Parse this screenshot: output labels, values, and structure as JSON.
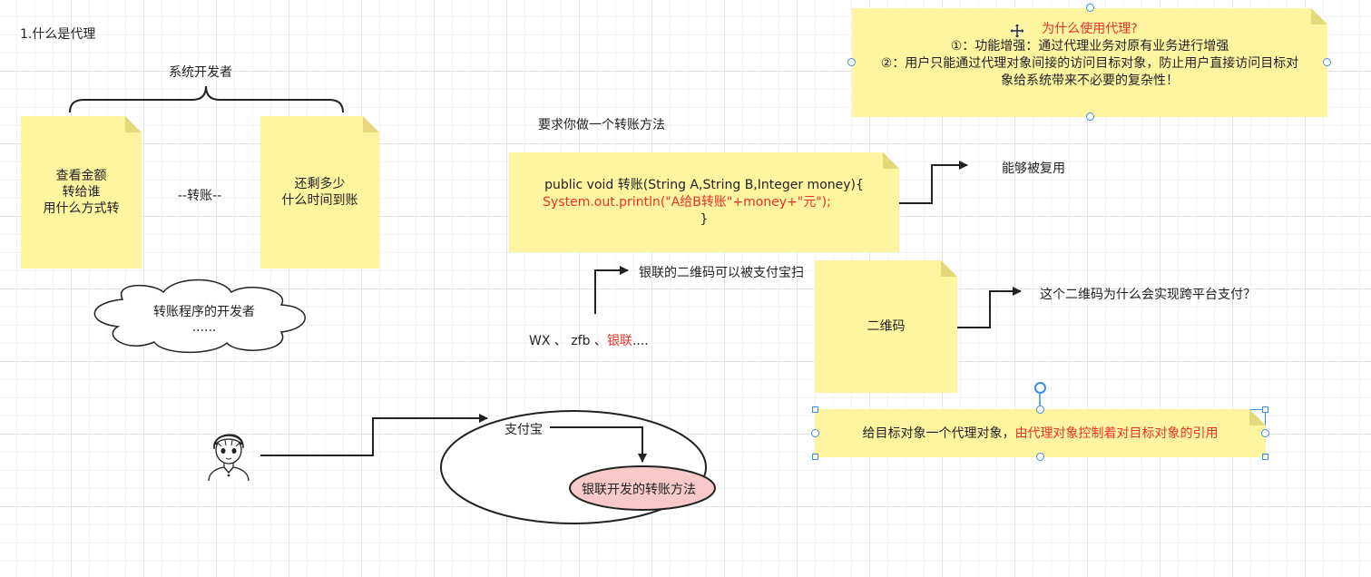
{
  "heading": "1.什么是代理",
  "brace_label": "系统开发者",
  "note_left": [
    "查看金额",
    "转给谁",
    "用什么方式转"
  ],
  "transfer_label": "--转账--",
  "note_right": [
    "还剩多少",
    "什么时间到账"
  ],
  "cloud": [
    "转账程序的开发者",
    "......"
  ],
  "ellipse_outer_label": "支付宝",
  "ellipse_inner_label": "银联开发的转账方法",
  "requirement_label": "要求你做一个转账方法",
  "code": {
    "line1": "public void 转账(String A,String B,Integer money){",
    "line2": "System.out.println(\"A给B转账\"+money+\"元\");",
    "line3": "}"
  },
  "reuse_label": "能够被复用",
  "unionpay_scan_label": "银联的二维码可以被支付宝扫",
  "payment_list": {
    "part1": "WX 、 zfb 、",
    "part2": "银联",
    "part3": "...."
  },
  "qr_note": "二维码",
  "qr_question": "这个二维码为什么会实现跨平台支付？",
  "why_note": {
    "title": "为什么使用代理?",
    "line1": "①：功能增强：通过代理业务对原有业务进行增强",
    "line2": "②：用户只能通过代理对象间接的访问目标对象，防止用户直接访问目标对",
    "line3": "象给系统带来不必要的复杂性！"
  },
  "proxy_note": {
    "part1": "给目标对象一个代理对象，",
    "part2": "由代理对象控制着对目标对象的引用"
  },
  "icons": [
    "user-avatar-icon",
    "move-cursor-icon"
  ],
  "colors": {
    "note": "#fff5a0",
    "fold": "#e3d87a",
    "red_text": "#e8322b",
    "inner_ellipse": "#f8c9c9",
    "selection": "#3d8ce8"
  }
}
